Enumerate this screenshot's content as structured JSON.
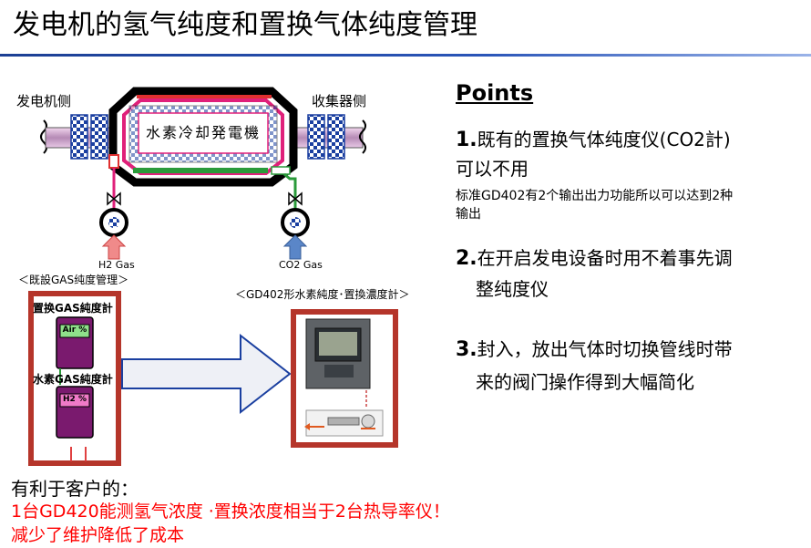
{
  "title": "发电机的氢气纯度和置换气体纯度管理",
  "diagram": {
    "generator_side": "发电机侧",
    "collector_side": "收集器侧",
    "generator_label": "水素冷却発電機",
    "h2_gas": "H2 Gas",
    "co2_gas": "CO2 Gas",
    "existing_label": "＜既設GAS纯度管理＞",
    "gd402_label": "＜GD402形水素純度･置換濃度計＞",
    "replace_meter_label": "置换GAS純度計",
    "replace_display": "Air %",
    "hydrogen_meter_label": "水素GAS純度計",
    "hydrogen_display": "H2 %"
  },
  "points": {
    "heading": "Points",
    "p1_num": "1.",
    "p1_line1": "既有的置换气体纯度仪(CO2計)",
    "p1_line2": "可以不用",
    "p1_note1": "标准GD402有2个输出出力功能所以可以达到2种",
    "p1_note2": "输出",
    "p2_num": "2.",
    "p2_line1": "在开启发电设备时用不着事先调",
    "p2_line2": "整纯度仪",
    "p3_num": "3.",
    "p3_line1": "封入，放出气体时切换管线时带",
    "p3_line2": "来的阀门操作得到大幅简化"
  },
  "benefits": {
    "heading": "有利于客户的：",
    "line1": "1台GD420能测氢气浓度 ·置换浓度相当于2台热导率仪！",
    "line2": "减少了维护降低了成本"
  },
  "colors": {
    "accent_red": "#ff0000",
    "frame_red": "#b5352a",
    "meter_purple": "#7a1a6e",
    "title_rule_blue": "#1c3f94"
  }
}
